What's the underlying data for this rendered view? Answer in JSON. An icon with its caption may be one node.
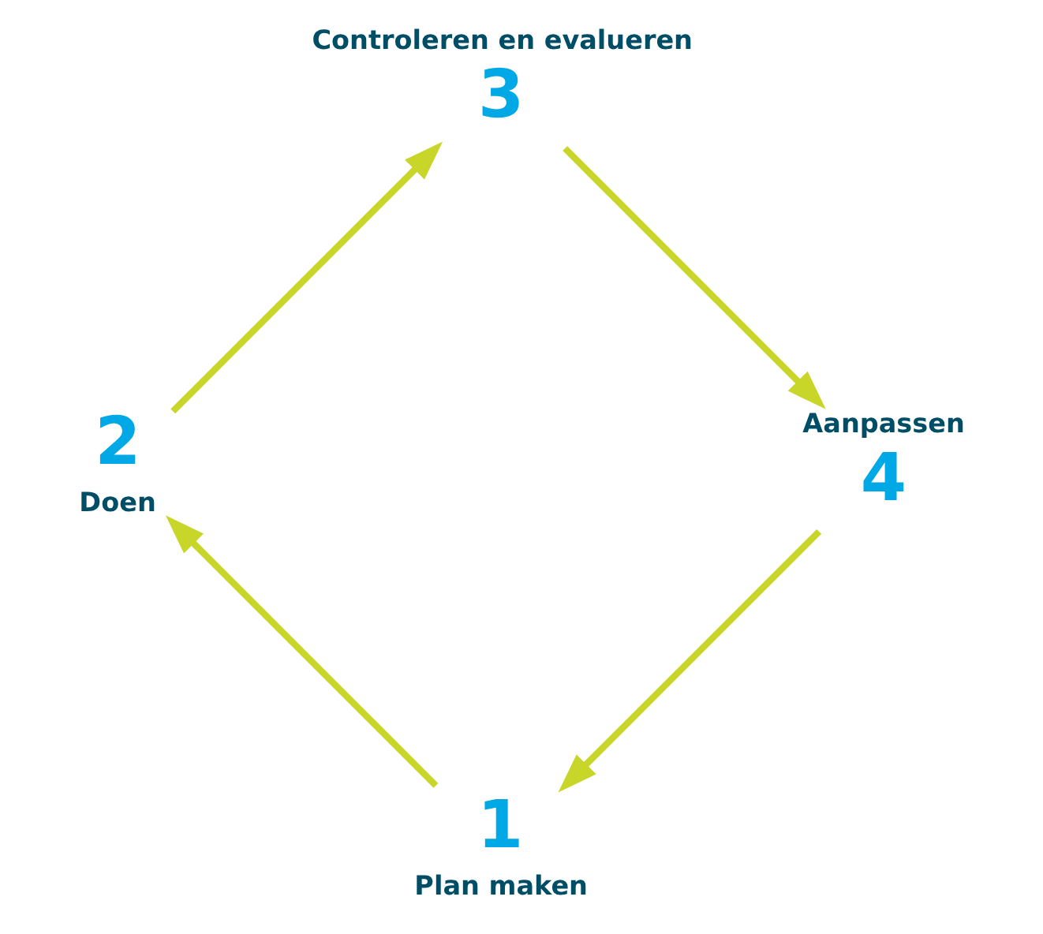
{
  "diagram": {
    "nodes": [
      {
        "text": [
          "Plan maken"
        ],
        "beside": [
          "1"
        ]
      },
      {
        "text": [
          "Doen"
        ],
        "beside": [
          "2"
        ]
      },
      {
        "text": [
          "Controleren en evalueren"
        ],
        "beside": [
          "3"
        ]
      },
      {
        "text": [
          "Aanpassen"
        ],
        "beside": [
          "4"
        ]
      }
    ],
    "edges": [
      {
        "from": 0,
        "to": 1,
        "arrow": "to"
      },
      {
        "from": 1,
        "to": 2,
        "arrow": "to"
      },
      {
        "from": 2,
        "to": 3,
        "arrow": "to"
      },
      {
        "from": 3,
        "to": 0,
        "arrow": "to"
      }
    ]
  }
}
